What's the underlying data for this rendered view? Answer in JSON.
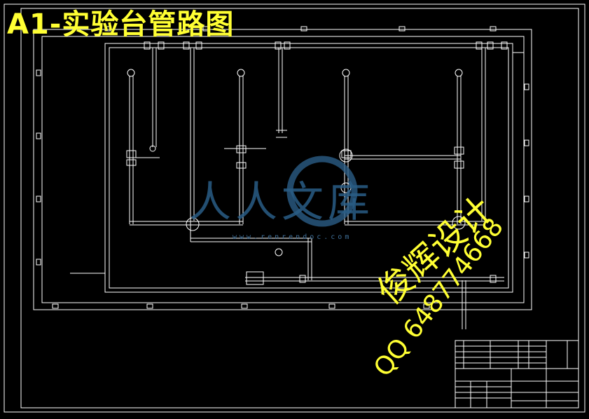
{
  "drawing": {
    "title": "A1-实验台管路图"
  },
  "watermark": {
    "brand": "人人文库",
    "url": "www.renrendoc.com",
    "design_studio": "俊辉设计",
    "qq": "QQ 648774668"
  },
  "colors": {
    "background": "#000000",
    "linework": "#ffffff",
    "title": "#ffff33",
    "watermark_blue": "#2a5d86"
  }
}
